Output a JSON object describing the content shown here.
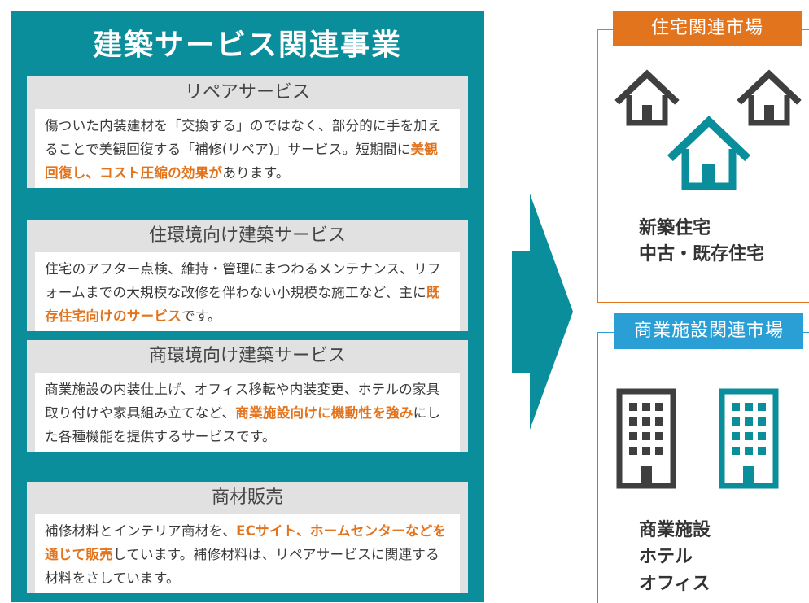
{
  "left": {
    "title": "建築サービス関連事業",
    "services": [
      {
        "name": "リペアサービス",
        "segments": [
          {
            "t": "傷ついた内装建材を「交換する」のではなく、部分的に手を加えることで美観回復する「補修(リペア)」サービス。短期間に"
          },
          {
            "t": "美観回復し、コスト圧縮の効果が",
            "hl": true
          },
          {
            "t": "あります。"
          }
        ]
      },
      {
        "name": "住環境向け建築サービス",
        "segments": [
          {
            "t": "住宅のアフター点検、維持・管理にまつわるメンテナンス、リフォームまでの大規模な改修を伴わない小規模な施工など、主に"
          },
          {
            "t": "既存住宅向けのサービス",
            "hl": true
          },
          {
            "t": "です。"
          }
        ]
      },
      {
        "name": "商環境向け建築サービス",
        "segments": [
          {
            "t": "商業施設の内装仕上げ、オフィス移転や内装変更、ホテルの家具取り付けや家具組み立てなど、"
          },
          {
            "t": "商業施設向けに機動性を強み",
            "hl": true
          },
          {
            "t": "にした各種機能を提供するサービスです。"
          }
        ]
      },
      {
        "name": "商材販売",
        "segments": [
          {
            "t": "補修材料とインテリア商材を、"
          },
          {
            "t": "ECサイト、ホームセンターなどを通じて販売",
            "hl": true
          },
          {
            "t": "しています。補修材料は、リペアサービスに関連する材料をさしています。"
          }
        ]
      }
    ]
  },
  "right": {
    "housing": {
      "label": "住宅関連市場",
      "items": [
        "新築住宅",
        "中古・既存住宅"
      ]
    },
    "commercial": {
      "label": "商業施設関連市場",
      "items": [
        "商業施設",
        "ホテル",
        "オフィス"
      ]
    }
  },
  "colors": {
    "teal": "#0b8e9b",
    "orange": "#e3741e",
    "blue": "#2a9fd6",
    "icon_dark": "#3f3f3f"
  },
  "icons": [
    "house-icon",
    "building-icon"
  ]
}
